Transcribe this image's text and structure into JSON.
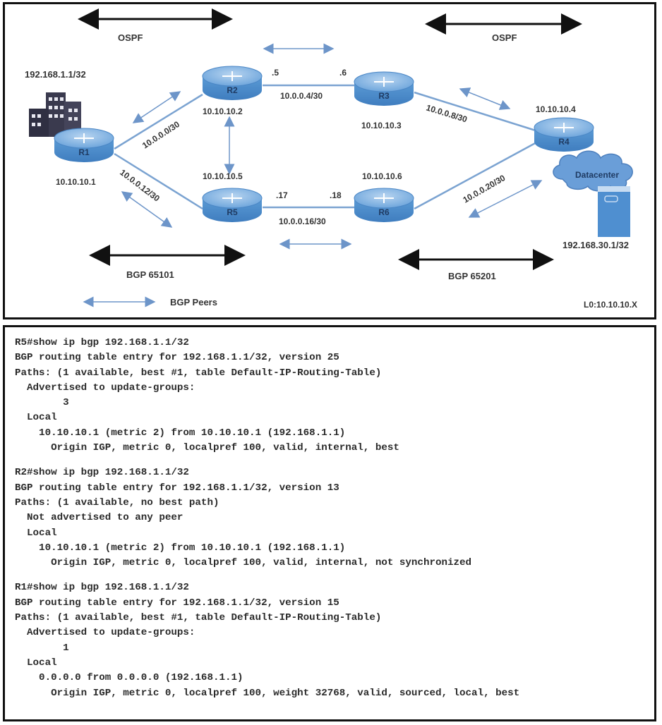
{
  "diagram": {
    "domains": {
      "ospf_left": "OSPF",
      "ospf_right": "OSPF",
      "bgp_left": "BGP 65101",
      "bgp_right": "BGP 65201"
    },
    "legend": {
      "bgp_peers": "BGP Peers",
      "loopback_note": "L0:10.10.10.X"
    },
    "routers": [
      {
        "name": "R1",
        "loopback": "10.10.10.1"
      },
      {
        "name": "R2",
        "loopback": "10.10.10.2"
      },
      {
        "name": "R3",
        "loopback": "10.10.10.3"
      },
      {
        "name": "R4",
        "loopback": "10.10.10.4"
      },
      {
        "name": "R5",
        "loopback": "10.10.10.5"
      },
      {
        "name": "R6",
        "loopback": "10.10.10.6"
      }
    ],
    "links": [
      {
        "from": "R1",
        "to": "R2",
        "subnet": "10.0.0.0/30"
      },
      {
        "from": "R2",
        "to": "R3",
        "subnet": "10.0.0.4/30",
        "end_a": ".5",
        "end_b": ".6"
      },
      {
        "from": "R3",
        "to": "R4",
        "subnet": "10.0.0.8/30"
      },
      {
        "from": "R1",
        "to": "R5",
        "subnet": "10.0.0.12/30"
      },
      {
        "from": "R5",
        "to": "R6",
        "subnet": "10.0.0.16/30",
        "end_a": ".17",
        "end_b": ".18"
      },
      {
        "from": "R6",
        "to": "R4",
        "subnet": "10.0.0.20/30"
      }
    ],
    "site_left": {
      "prefix": "192.168.1.1/32"
    },
    "site_right": {
      "name": "Datacenter",
      "prefix": "192.168.30.1/32"
    },
    "colors": {
      "router_fill": "#5b9bd5",
      "router_top": "#8fbbe6",
      "link": "#7ba3d1",
      "peer_arrow": "#6d95c9",
      "domain_arrow": "#111111",
      "cloud": "#6a9ed8",
      "building": "#3a3a4e"
    }
  },
  "cli": [
    {
      "lines": [
        "R5#show ip bgp 192.168.1.1/32",
        "BGP routing table entry for 192.168.1.1/32, version 25",
        "Paths: (1 available, best #1, table Default-IP-Routing-Table)",
        "  Advertised to update-groups:",
        "        3",
        "  Local",
        "    10.10.10.1 (metric 2) from 10.10.10.1 (192.168.1.1)",
        "      Origin IGP, metric 0, localpref 100, valid, internal, best"
      ]
    },
    {
      "lines": [
        "R2#show ip bgp 192.168.1.1/32",
        "BGP routing table entry for 192.168.1.1/32, version 13",
        "Paths: (1 available, no best path)",
        "  Not advertised to any peer",
        "  Local",
        "    10.10.10.1 (metric 2) from 10.10.10.1 (192.168.1.1)",
        "      Origin IGP, metric 0, localpref 100, valid, internal, not synchronized"
      ]
    },
    {
      "lines": [
        "R1#show ip bgp 192.168.1.1/32",
        "BGP routing table entry for 192.168.1.1/32, version 15",
        "Paths: (1 available, best #1, table Default-IP-Routing-Table)",
        "  Advertised to update-groups:",
        "        1",
        "  Local",
        "    0.0.0.0 from 0.0.0.0 (192.168.1.1)",
        "      Origin IGP, metric 0, localpref 100, weight 32768, valid, sourced, local, best"
      ]
    }
  ]
}
